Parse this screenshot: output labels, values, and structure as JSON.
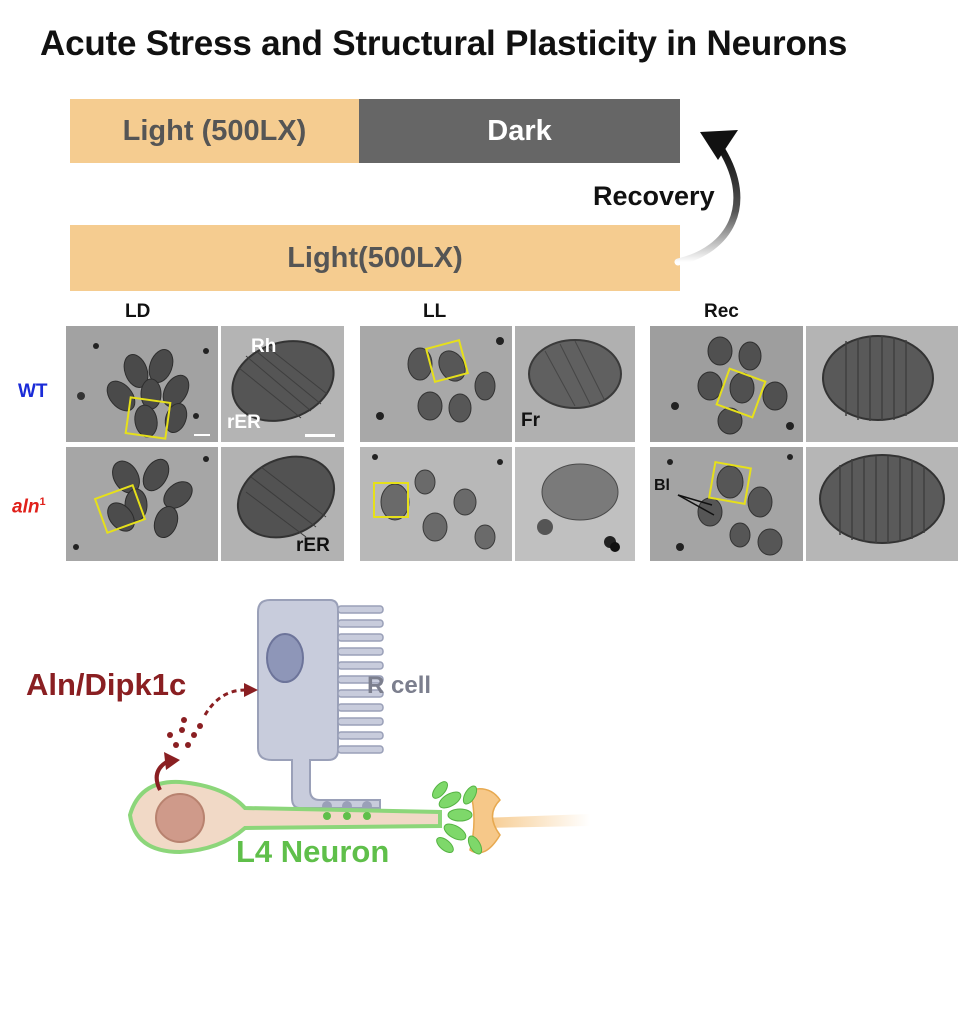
{
  "title": "Acute Stress and Structural Plasticity in Neurons",
  "timeline": {
    "light_top": "Light (500LX)",
    "dark": "Dark",
    "light_bottom": "Light(500LX)",
    "recovery": "Recovery"
  },
  "panel_columns": [
    "LD",
    "LL",
    "Rec"
  ],
  "panel_rows": {
    "wt": "WT",
    "aln_base": "aln",
    "aln_sup": "1"
  },
  "em_labels": {
    "rh": "Rh",
    "rer_wt": "rER",
    "fr": "Fr",
    "rer_aln": "rER",
    "bl": "Bl"
  },
  "diagram": {
    "aln": "Aln/Dipk1c",
    "r_cell": "R cell",
    "l4": "L4  Neuron"
  },
  "colors": {
    "light": "#f5cc90",
    "dark": "#666666",
    "wt": "#1a2bd8",
    "aln": "#e0201a",
    "aln_protein": "#8a1f22",
    "l4": "#5fbf4a",
    "r_cell": "#c8ccdc"
  }
}
